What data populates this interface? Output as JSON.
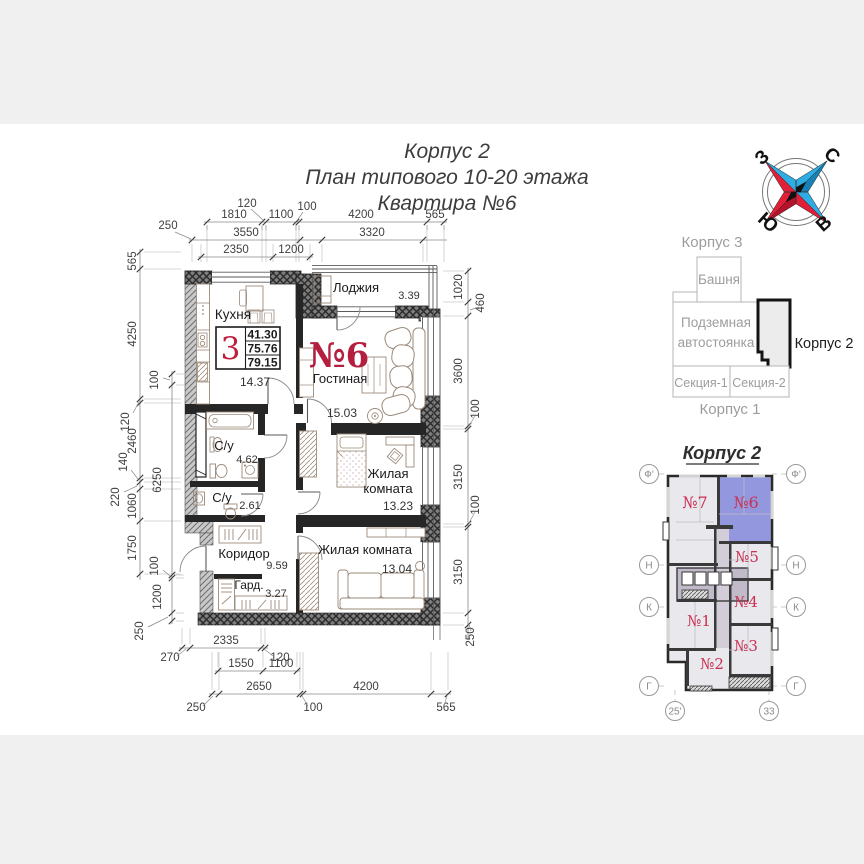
{
  "title": {
    "lines": [
      "Корпус 2",
      "План типового 10-20 этажа",
      "Квартира №6"
    ]
  },
  "plan": {
    "unit_number": "№6",
    "info_box": {
      "rooms": "3",
      "values": [
        "41.30",
        "75.76",
        "79.15"
      ]
    },
    "rooms": [
      {
        "name": "Кухня",
        "area": "14.37"
      },
      {
        "name": "Лоджия",
        "area": "3.39"
      },
      {
        "name": "Гостиная",
        "area": "15.03"
      },
      {
        "name": "С/у",
        "area": "4.62"
      },
      {
        "name": "С/у",
        "area": "2.61"
      },
      {
        "name": "Коридор",
        "area": "9.59"
      },
      {
        "name": "Гард.",
        "area": "3.27"
      },
      {
        "name": "Жилая комната",
        "area": "13.23",
        "line1": "Жилая",
        "line2": "комната"
      },
      {
        "name": "Жилая комната",
        "area": "13.04"
      }
    ]
  },
  "dimensions": {
    "top_row1": [
      "120",
      "1810",
      "1100",
      "100",
      "4200",
      "565"
    ],
    "top_row2": [
      "250",
      "3550",
      "3320"
    ],
    "top_row3": [
      "2350",
      "1200"
    ],
    "left_outer": [
      "565",
      "4250",
      "120",
      "2460",
      "140",
      "220",
      "1060",
      "1750"
    ],
    "left_inner": [
      "100",
      "6250",
      "100",
      "1200",
      "250"
    ],
    "right": [
      "1020",
      "460",
      "3600",
      "100",
      "3150",
      "100",
      "3150",
      "250"
    ],
    "bottom_row1": [
      "270",
      "2335",
      "120"
    ],
    "bottom_row2": [
      "1550",
      "1100"
    ],
    "bottom_row3": [
      "250",
      "2650",
      "100",
      "4200",
      "565"
    ]
  },
  "compass": {
    "north": "С",
    "east": "В",
    "south": "Ю",
    "west": "З"
  },
  "site_plan": {
    "korpus3": "Корпус 3",
    "tower": "Башня",
    "parking_line1": "Подземная",
    "parking_line2": "автостоянка",
    "korpus2": "Корпус 2",
    "section1": "Секция-1",
    "section2": "Секция-2",
    "korpus1": "Корпус 1"
  },
  "floor_plate": {
    "title": "Корпус 2",
    "units": [
      {
        "label": "№1",
        "highlighted": false
      },
      {
        "label": "№2",
        "highlighted": false
      },
      {
        "label": "№3",
        "highlighted": false
      },
      {
        "label": "№4",
        "highlighted": false
      },
      {
        "label": "№5",
        "highlighted": false
      },
      {
        "label": "№6",
        "highlighted": true
      },
      {
        "label": "№7",
        "highlighted": false
      }
    ],
    "axes_left": [
      "Ф'",
      "Н",
      "К",
      "Г"
    ],
    "axes_right": [
      "Ф'",
      "Н",
      "К",
      "Г"
    ],
    "axes_bottom": [
      "25'",
      "33"
    ]
  },
  "colors": {
    "accent_red": "#bf1e3e",
    "plate_unit_red": "#cb2b50",
    "highlight_purple": "#9297de",
    "compass_blue": "#2fade2",
    "compass_red": "#e11f38",
    "wall_dark": "#262626",
    "background_band": "#f0f0f0"
  }
}
